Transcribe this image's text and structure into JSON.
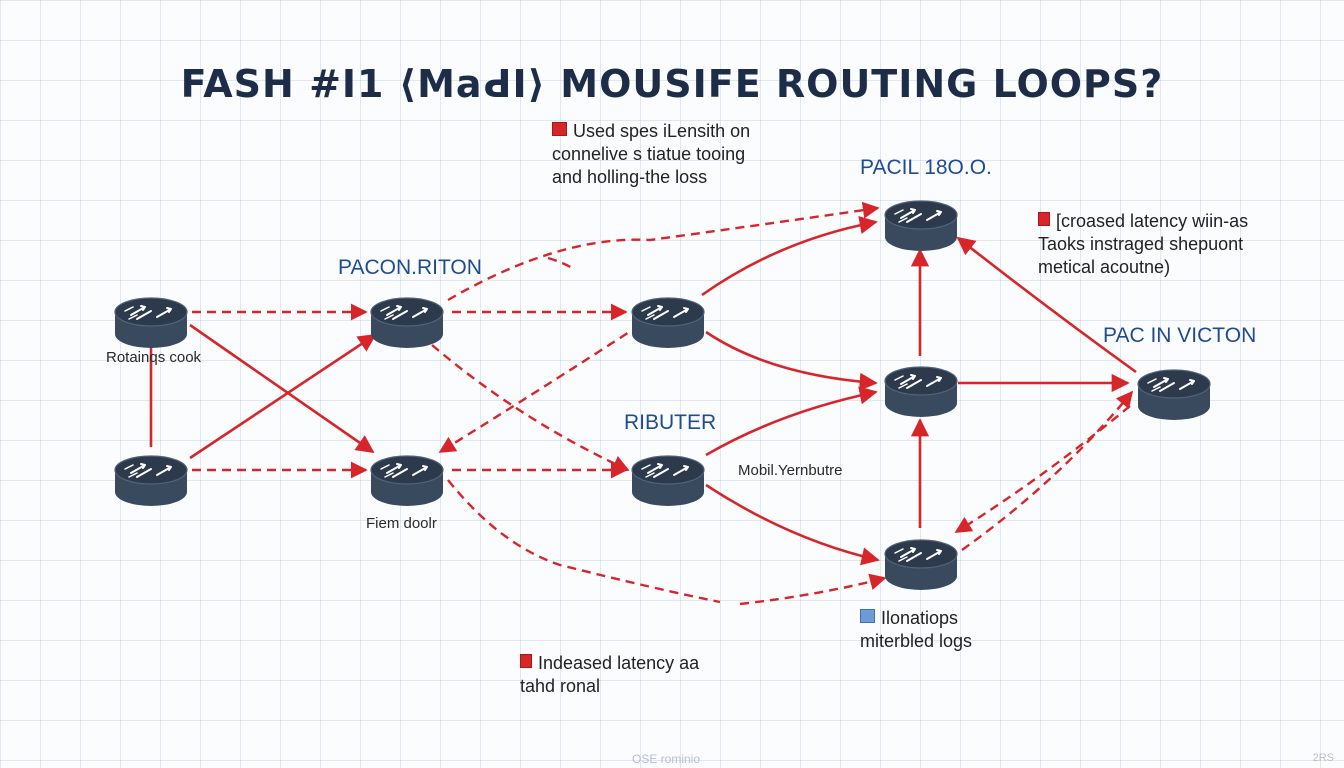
{
  "title": "FASH #I1 ⟨MaԀI⟩ MOUSIFE ROUTING LOOPS?",
  "colors": {
    "link": "#d6262a",
    "router_body": "#3a4a5e",
    "router_top": "#2c3a4b",
    "label_blue": "#1f4b8f",
    "title": "#1d2d48"
  },
  "node_labels": {
    "pacon_riton": "PACON.RITON",
    "pacil": "PACIL 18O.O.",
    "pac_in_victon": "PAC IN VICTON",
    "ribuuter": "RIBUTER"
  },
  "captions": {
    "rotaings_cook": "Rotainqs cook",
    "fiem_doolr": "Fiem doolr",
    "mobil_yernbutre": "Mobil.Yernbutre"
  },
  "notes": {
    "top": [
      "Used spes iLensith on",
      "connelive s tiatue tooing",
      "and holling-the loss"
    ],
    "right": [
      "[croased latency wiin-as",
      "Taoks instraged shepuont",
      "metical acoutne)"
    ],
    "bottom_right": [
      "Ilonatiops",
      "miterbled logs"
    ],
    "bottom_left": [
      "Indeased latency aa",
      "tahd ronal"
    ]
  },
  "footer": "OSE rominio",
  "corner": "2RS",
  "icons": {
    "router": "router-icon",
    "note_marker_red": "red-square-marker",
    "note_marker_blue": "blue-square-marker"
  }
}
